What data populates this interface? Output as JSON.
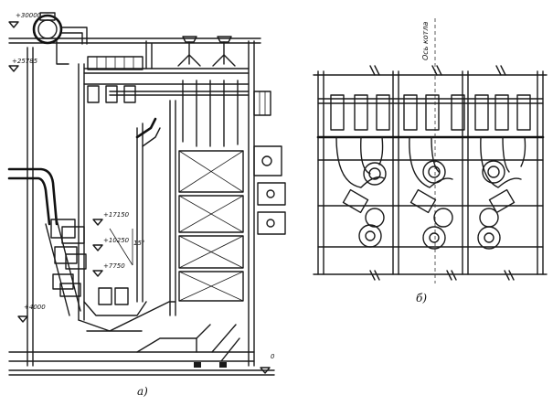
{
  "labels": {
    "elev_top": "+30000",
    "elev_drum": "+25785",
    "elev_1": "+17150",
    "elev_2": "+10250",
    "elev_3": "+7750",
    "elev_4": "+4000",
    "elev_zero": "0",
    "angle": "15°",
    "axis_label": "Ось котла",
    "caption_a": "а)",
    "caption_b": "б)"
  }
}
